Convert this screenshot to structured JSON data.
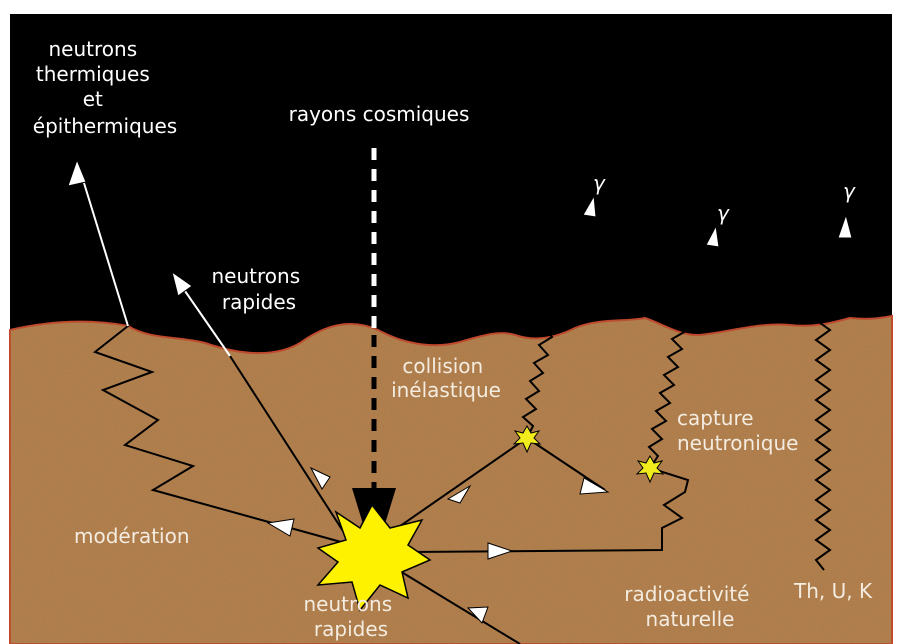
{
  "labels": {
    "thermal_neutrons": [
      "neutrons",
      "thermiques",
      "et",
      "épithermiques"
    ],
    "cosmic_rays": "rayons cosmiques",
    "fast_neutrons_escaping": [
      "neutrons",
      "rapides"
    ],
    "gamma": "γ",
    "inelastic_collision": [
      "collision",
      "inélastique"
    ],
    "neutron_capture": [
      "capture",
      "neutronique"
    ],
    "moderation": "modération",
    "fast_neutrons_origin": [
      "neutrons",
      "rapides"
    ],
    "natural_radioactivity": [
      "radioactivité",
      "naturelle"
    ],
    "elements": "Th, U, K"
  },
  "colors": {
    "sky": "#000000",
    "soil": "#b9834f",
    "soil_edge": "#c5462b",
    "burst": "#fff200",
    "star": "#f2ec1d",
    "arrows": "#ffffff"
  }
}
